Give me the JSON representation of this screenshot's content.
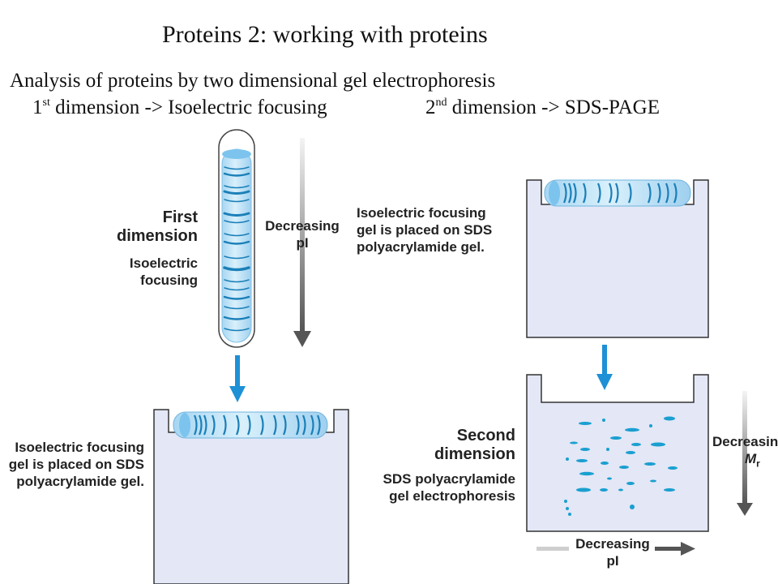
{
  "slide": {
    "title": "Proteins 2: working with proteins",
    "subtitle": "Analysis of proteins by two dimensional gel electrophoresis",
    "dim1": {
      "ordinal": "1",
      "suffix": "st",
      "text": " dimension -> Isoelectric focusing"
    },
    "dim2": {
      "ordinal": "2",
      "suffix": "nd",
      "text": " dimension -> SDS-PAGE"
    }
  },
  "labels": {
    "first_dimension": [
      "First",
      "dimension"
    ],
    "isoelectric_focusing": [
      "Isoelectric",
      "focusing"
    ],
    "decreasing_pi_vertical": [
      "Decreasing",
      "pI"
    ],
    "placed_left": [
      "Isoelectric focusing",
      "gel is placed on SDS",
      "polyacrylamide gel."
    ],
    "placed_right": [
      "Isoelectric focusing",
      "gel is placed on SDS",
      "polyacrylamide gel."
    ],
    "second_dimension": [
      "Second",
      "dimension"
    ],
    "sds_electrophoresis": [
      "SDS polyacrylamide",
      "gel electrophoresis"
    ],
    "decreasing_mr": [
      "Decreasing",
      "M",
      "r"
    ],
    "decreasing_pi_horizontal": [
      "Decreasing",
      "pI"
    ]
  },
  "colors": {
    "gel_fill": "#e3e7f6",
    "tube_fill": "#bfe3f7",
    "band": "#1a7fb8",
    "blue_arrow": "#1e90d6",
    "gray_arrow": "#5a5a5a",
    "outline": "#333333"
  }
}
